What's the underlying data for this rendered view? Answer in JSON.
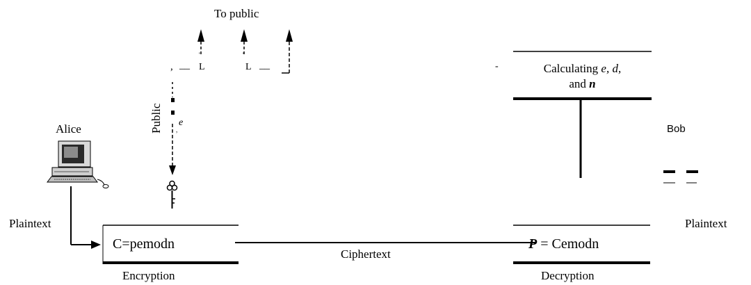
{
  "labels": {
    "to_public": "To public",
    "public": "Public",
    "e_small": "e",
    "alice": "Alice",
    "plaintext_left": "Plaintext",
    "encryption_formula": "C=pemodn",
    "encryption": "Encryption",
    "ciphertext": "Ciphertext",
    "calc_line1_a": "Calculating ",
    "calc_line1_b": "e, d,",
    "calc_line2_a": "and ",
    "calc_line2_b": "n",
    "bob": "Bob",
    "plaintext_right": "Plaintext",
    "decryption_formula_p": "P",
    "decryption_formula_rest": " = Cemodn",
    "decryption": "Decryption",
    "stray_L1": "L",
    "stray_L2": "L",
    "stray_comma": ",",
    "stray_underscores1": "__",
    "stray_underscores2": "__",
    "stray_dash": "-"
  },
  "colors": {
    "ink": "#000000",
    "monitor_screen": "#2a2a2a",
    "computer_body": "#cfcfcf"
  }
}
